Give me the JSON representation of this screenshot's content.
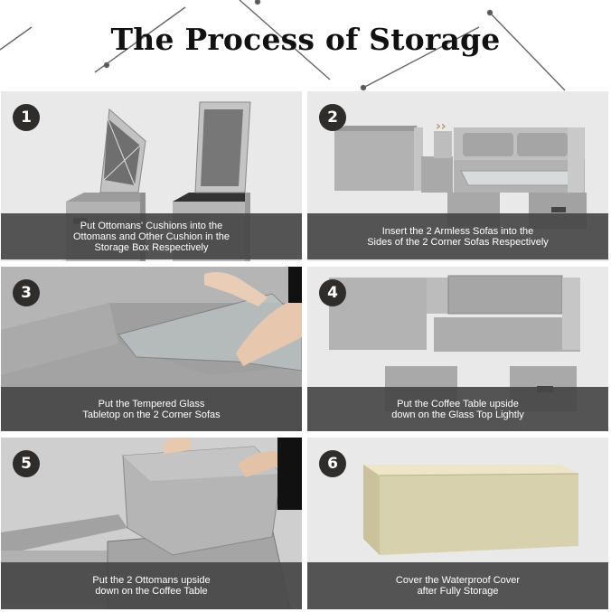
{
  "title": "The Process of Storage",
  "steps": [
    {
      "number": "1",
      "caption": "Put Ottomans' Cushions into the\nOttomans and Other Cushion in the\nStorage Box Respectively"
    },
    {
      "number": "2",
      "caption": "Insert the 2 Armless Sofas into the\nSides of the 2 Corner Sofas Respectively"
    },
    {
      "number": "3",
      "caption": "Put the Tempered Glass\nTabletop on the 2 Corner Sofas"
    },
    {
      "number": "4",
      "caption": "Put the Coffee Table upside\ndown on the Glass Top Lightly"
    },
    {
      "number": "5",
      "caption": "Put the 2 Ottomans upside\ndown on the Coffee Table"
    },
    {
      "number": "6",
      "caption": "Cover the Waterproof Cover\nafter Fully Storage"
    }
  ],
  "colors": {
    "rattan": "#b9b9b9",
    "rattan_dark": "#8e8e8e",
    "caption_bg": "#474747",
    "cover": "#d9d2ae",
    "arrow": "#b89a6a"
  }
}
